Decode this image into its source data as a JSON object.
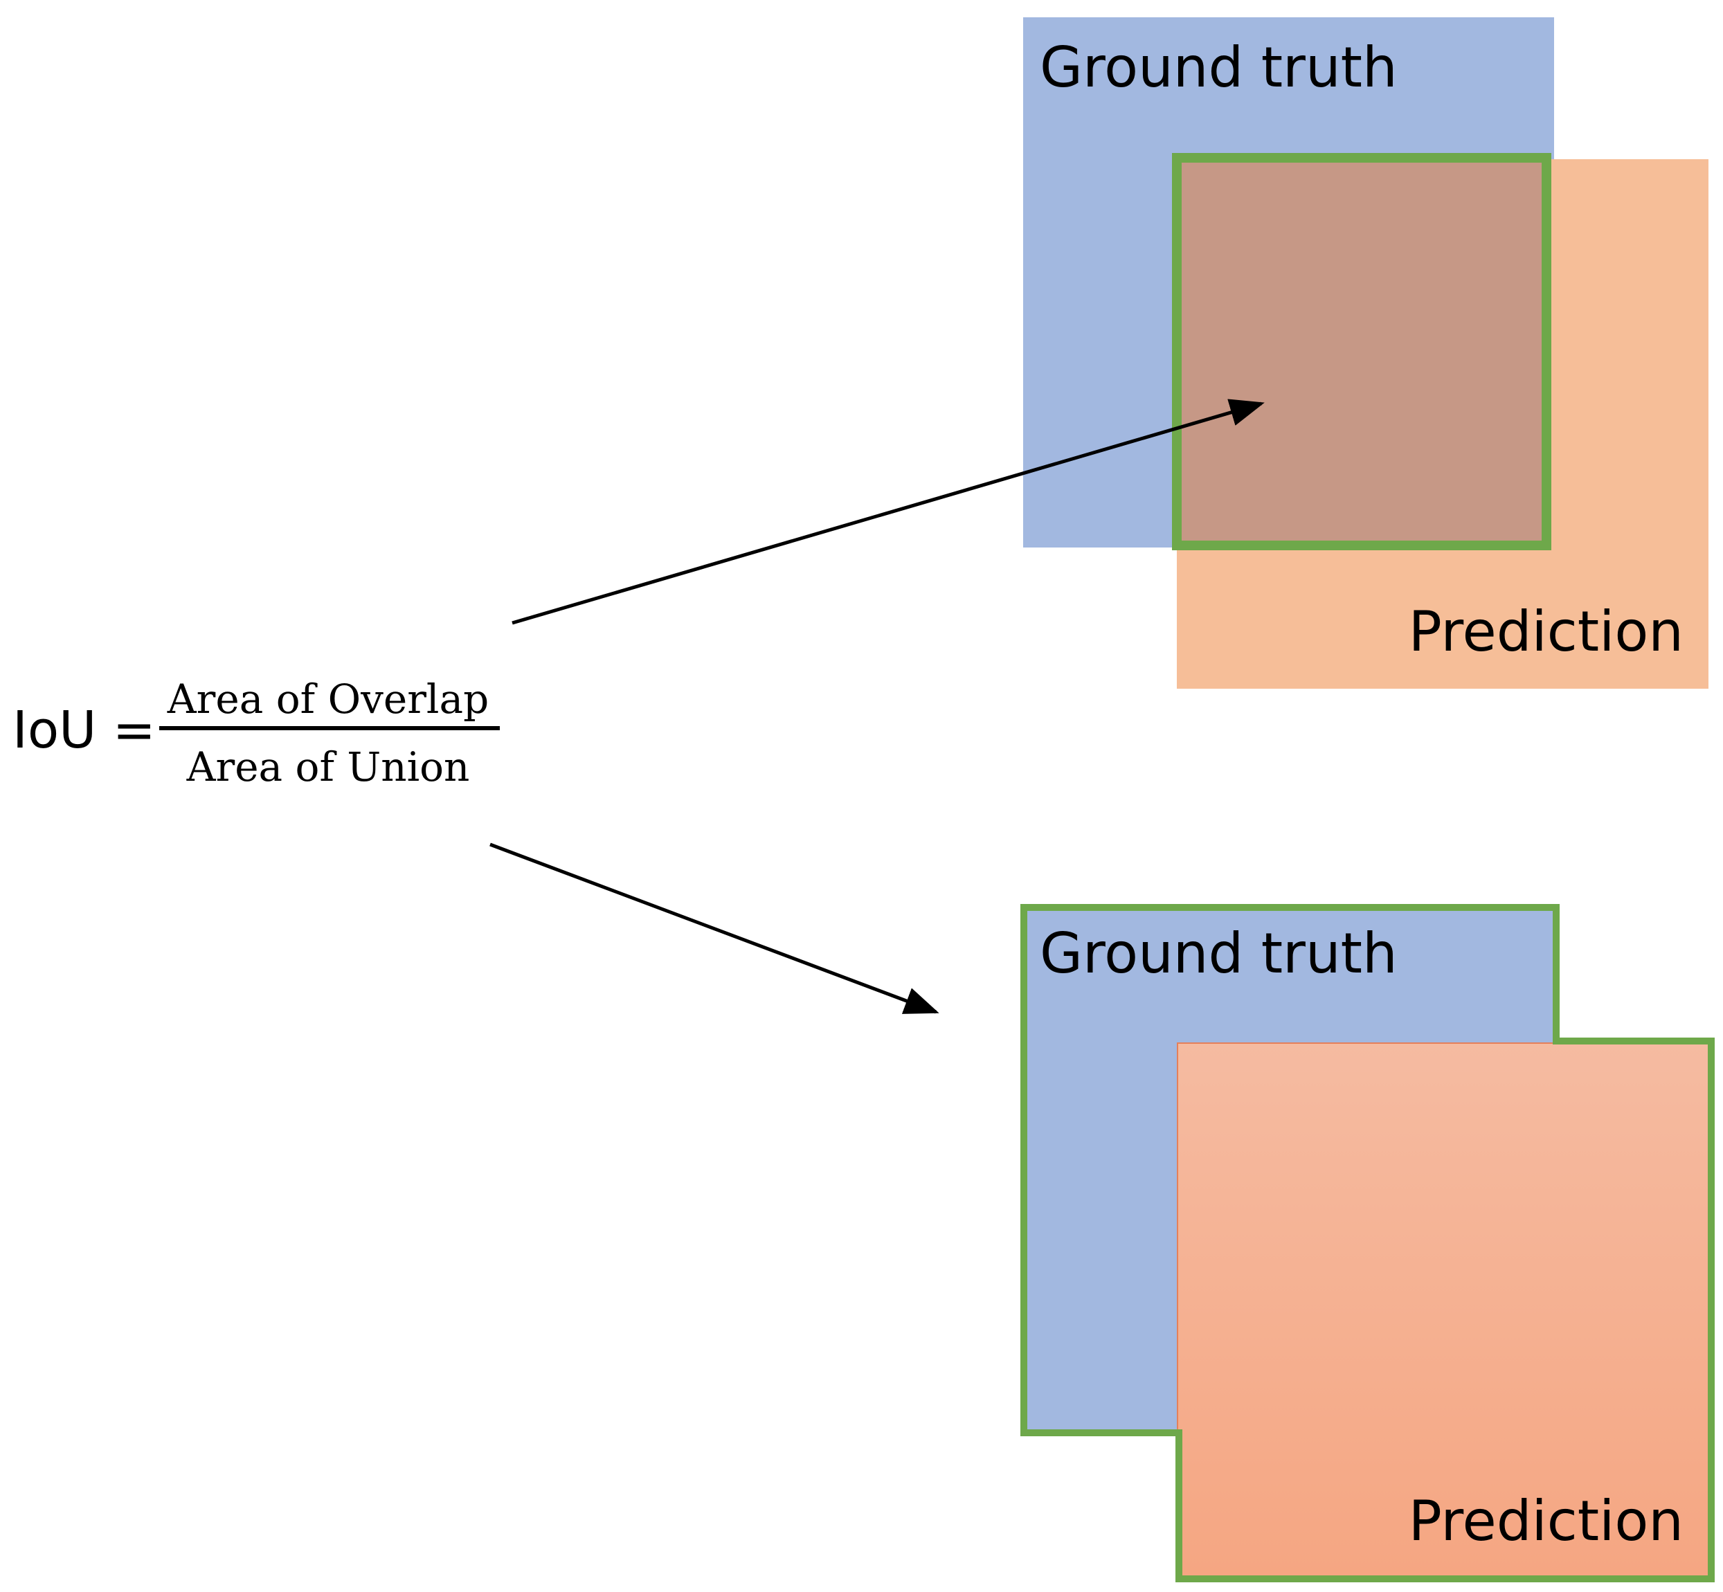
{
  "formula": {
    "lhs": "IoU =",
    "numerator": "Area of Overlap",
    "denominator": "Area of Union"
  },
  "top_example": {
    "ground_truth_label": "Ground truth",
    "prediction_label": "Prediction"
  },
  "bottom_example": {
    "ground_truth_label": "Ground truth",
    "prediction_label": "Prediction"
  },
  "colors": {
    "ground_truth": "#a2b8e0",
    "prediction": "#f6be98",
    "overlap": "#c69886",
    "outline": "#6ea84a",
    "prediction_gradient_top": "#f5bba1",
    "prediction_gradient_bottom": "#f5a682",
    "arrow": "#000000"
  }
}
